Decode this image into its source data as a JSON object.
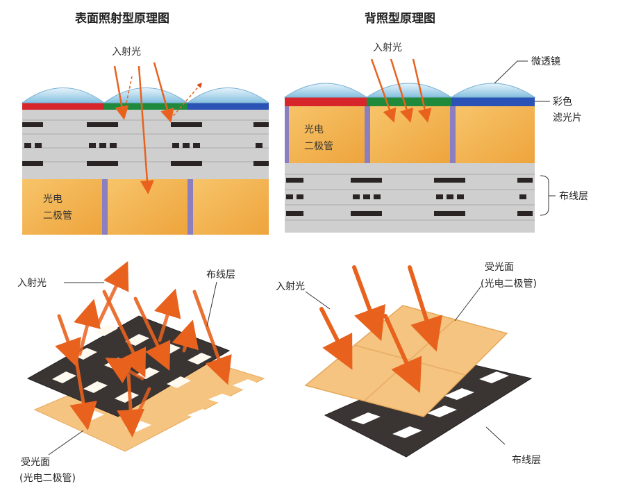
{
  "front": {
    "title": "表面照射型原理图",
    "incident_light": "入射光",
    "photodiode_line1": "光电",
    "photodiode_line2": "二极管",
    "iso_incident_light": "入射光",
    "iso_wiring_layer": "布线层",
    "iso_receiving_line1": "受光面",
    "iso_receiving_line2": "(光电二极管)"
  },
  "back": {
    "title": "背照型原理图",
    "incident_light": "入射光",
    "microlens": "微透镜",
    "color_filter_line1": "彩色",
    "color_filter_line2": "滤光片",
    "photodiode_line1": "光电",
    "photodiode_line2": "二极管",
    "wiring_layer": "布线层",
    "iso_incident_light": "入射光",
    "iso_receiving_line1": "受光面",
    "iso_receiving_line2": "(光电二极管)",
    "iso_wiring_layer": "布线层"
  },
  "colors": {
    "lens": "#9fd0ea",
    "filter_red": "#d6262b",
    "filter_green": "#1f8a3c",
    "filter_blue": "#2b53b5",
    "photodiode": "#f3b24d",
    "wiring_bg": "#cfcfcf",
    "wire": "#2a2424",
    "separator": "#8b7fc0",
    "arrow": "#e8621e",
    "dark_grid": "#3a3433",
    "light_plate": "#f6c481"
  }
}
